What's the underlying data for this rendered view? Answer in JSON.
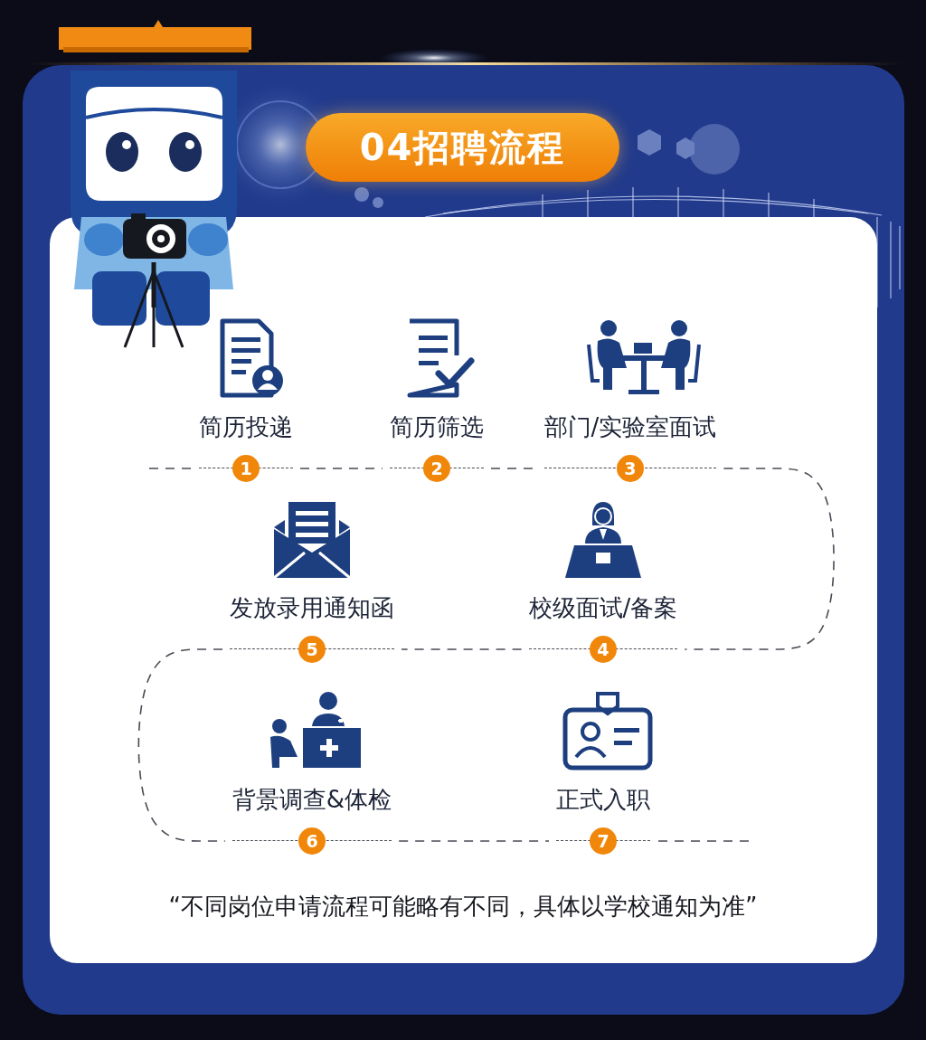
{
  "diagram": {
    "title": "04招聘流程",
    "nodes": [
      {
        "text": [
          "简历投递",
          "1"
        ]
      },
      {
        "text": [
          "简历筛选",
          "2"
        ]
      },
      {
        "text": [
          "部门/实验室面试",
          "3"
        ]
      },
      {
        "text": [
          "校级面试/备案",
          "4"
        ]
      },
      {
        "text": [
          "发放录用通知函",
          "5"
        ]
      },
      {
        "text": [
          "背景调查&体检",
          "6"
        ]
      },
      {
        "text": [
          "正式入职",
          "7"
        ]
      }
    ],
    "edges": [
      {
        "from": 0,
        "to": 1,
        "arrow": "none"
      },
      {
        "from": 1,
        "to": 2,
        "arrow": "none"
      },
      {
        "from": 2,
        "to": 3,
        "arrow": "none"
      },
      {
        "from": 3,
        "to": 4,
        "arrow": "none"
      },
      {
        "from": 4,
        "to": 5,
        "arrow": "none"
      },
      {
        "from": 5,
        "to": 6,
        "arrow": "none"
      }
    ],
    "labels": [
      "“不同岗位申请流程可能略有不同，具体以学校通知为准”"
    ]
  }
}
